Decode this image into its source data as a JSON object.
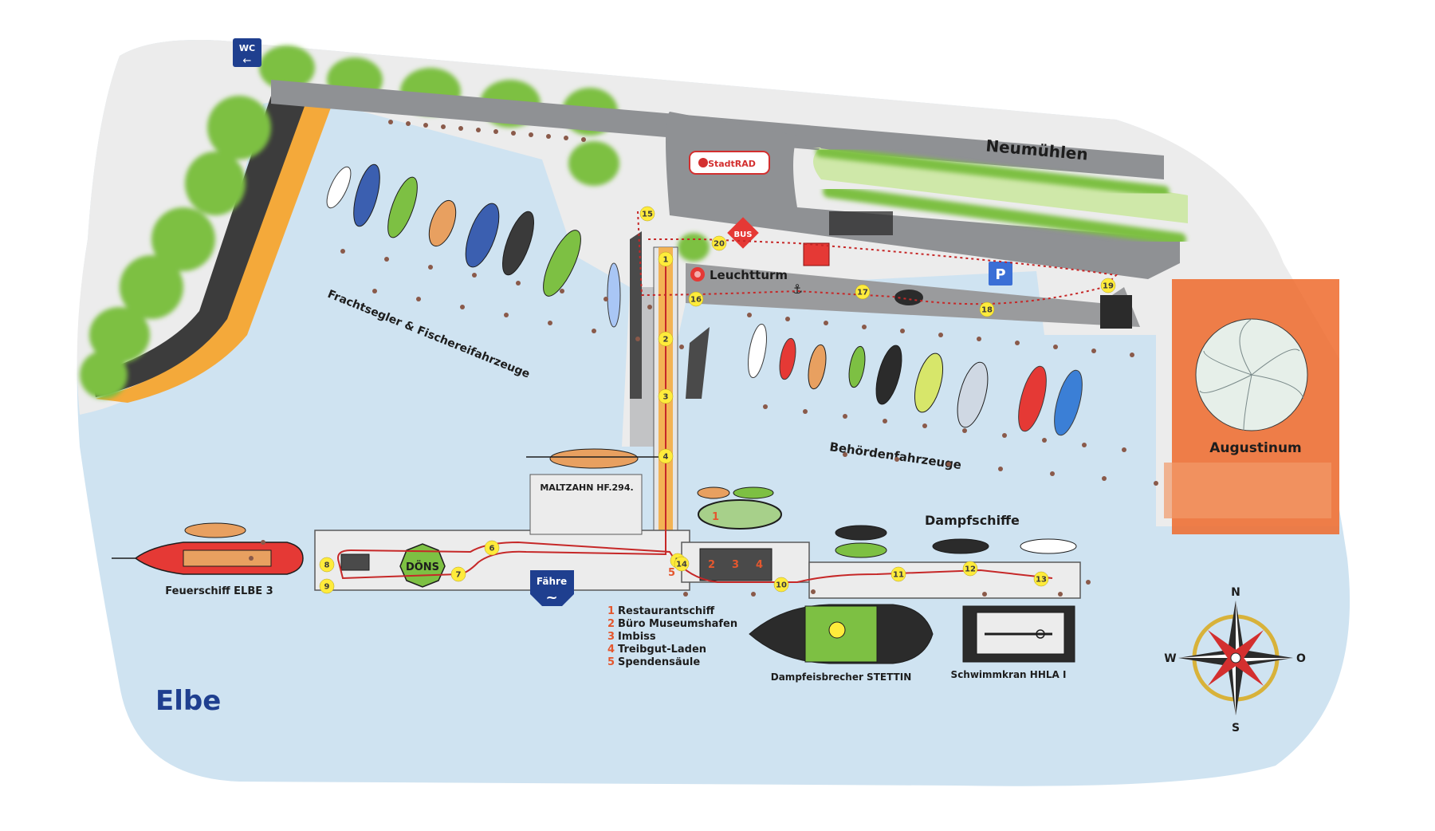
{
  "colors": {
    "water": "#cfe3f1",
    "land": "#ececec",
    "road": "#8f9194",
    "sand": "#f4a93a",
    "trees": "#7dc043",
    "route": "#c62828",
    "stop": "#ffeb3b",
    "augustinum": "#ee6a2b",
    "navy": "#1f3f8f"
  },
  "labels": {
    "wc": "WC",
    "wc_arrow": "←",
    "neumuehlen": "Neumühlen",
    "stadtrad": "StadtRAD",
    "bus": "BUS",
    "leuchtturm": "Leuchtturm",
    "parking": "P",
    "augustinum": "Augustinum",
    "frachtsegler": "Frachtsegler & Fischereifahrzeuge",
    "behoerden": "Behördenfahrzeuge",
    "dampfschiffe": "Dampfschiffe",
    "maltzahn": "MALTZAHN HF.294.",
    "feuerschiff": "Feuerschiff ELBE 3",
    "doens": "DÖNS",
    "faehre": "Fähre",
    "faehre_wave": "~",
    "stettin": "Dampfeisbrecher STETTIN",
    "schwimmkran": "Schwimmkran HHLA I",
    "elbe": "Elbe"
  },
  "stops": [
    "1",
    "2",
    "3",
    "4",
    "5",
    "6",
    "7",
    "8",
    "9",
    "10",
    "11",
    "12",
    "13",
    "14",
    "15",
    "16",
    "17",
    "18",
    "19",
    "20"
  ],
  "facility_marks": [
    "1",
    "2",
    "3",
    "4",
    "5"
  ],
  "legend": [
    {
      "num": "1",
      "text": "Restaurantschiff"
    },
    {
      "num": "2",
      "text": "Büro Museumshafen"
    },
    {
      "num": "3",
      "text": "Imbiss"
    },
    {
      "num": "4",
      "text": "Treibgut-Laden"
    },
    {
      "num": "5",
      "text": "Spendensäule"
    }
  ],
  "compass": {
    "n": "N",
    "s": "S",
    "w": "W",
    "o": "O"
  }
}
